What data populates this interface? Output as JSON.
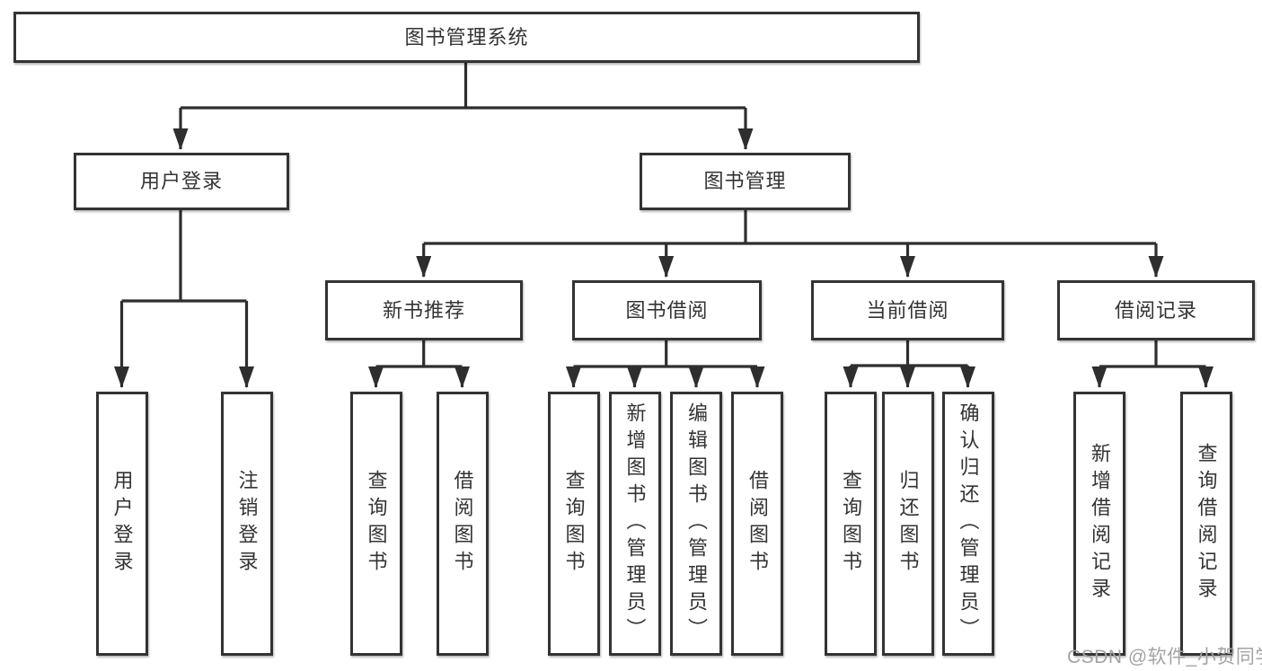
{
  "diagram": {
    "root": "图书管理系统",
    "level2": [
      "用户登录",
      "图书管理"
    ],
    "level3": [
      "新书推荐",
      "图书借阅",
      "当前借阅",
      "借阅记录"
    ],
    "leaves": {
      "user_login": [
        "用户登录",
        "注销登录"
      ],
      "new_book_recommend": [
        "查询图书",
        "借阅图书"
      ],
      "book_borrow": [
        "查询图书",
        "新增图书（管理员）",
        "编辑图书（管理员）",
        "借阅图书"
      ],
      "current_borrow": [
        "查询图书",
        "归还图书",
        "确认归还（管理员）"
      ],
      "borrow_record": [
        "新增借阅记录",
        "查询借阅记录"
      ]
    },
    "watermark": "CSDN @软件_小贺同学"
  },
  "colors": {
    "box_border": "#333333",
    "connector_line": "#2e2e2e",
    "text": "#333333",
    "watermark_text": "#a3a3a3",
    "background": "#ffffff"
  }
}
